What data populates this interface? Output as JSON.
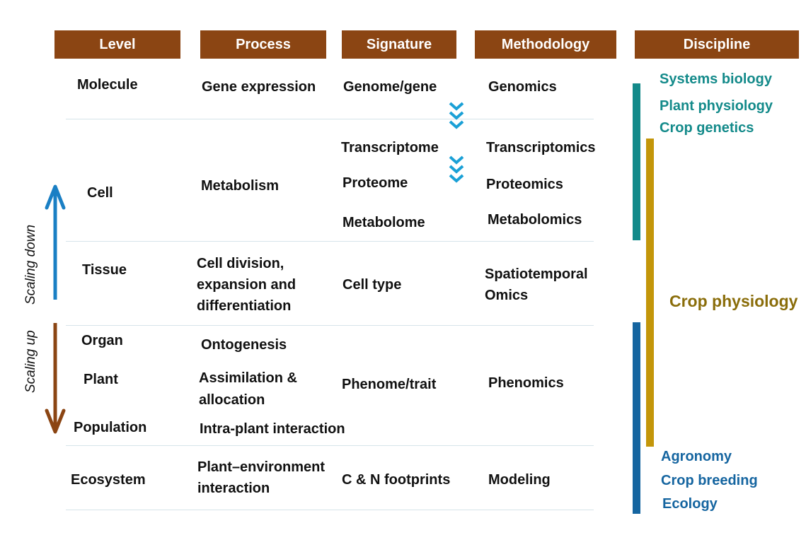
{
  "headers": {
    "level": "Level",
    "process": "Process",
    "signature": "Signature",
    "methodology": "Methodology",
    "discipline": "Discipline"
  },
  "rows": {
    "molecule": {
      "level": "Molecule",
      "process": "Gene expression",
      "signature": "Genome/gene",
      "methodology": "Genomics"
    },
    "cell": {
      "level": "Cell",
      "process": "Metabolism",
      "signature": [
        "Transcriptome",
        "Proteome",
        "Metabolome"
      ],
      "methodology": [
        "Transcriptomics",
        "Proteomics",
        "Metabolomics"
      ]
    },
    "tissue": {
      "level": "Tissue",
      "process": [
        "Cell division,",
        "expansion and",
        "differentiation"
      ],
      "signature": "Cell type",
      "methodology": [
        "Spatiotemporal",
        "Omics"
      ]
    },
    "organism": {
      "levels": [
        "Organ",
        "Plant",
        "Population"
      ],
      "process": [
        "Ontogenesis",
        "Assimilation &",
        "allocation",
        "Intra-plant interaction"
      ],
      "signature": "Phenome/trait",
      "methodology": "Phenomics"
    },
    "ecosystem": {
      "level": "Ecosystem",
      "process": [
        "Plant–environment",
        "interaction"
      ],
      "signature": "C & N footprints",
      "methodology": "Modeling"
    }
  },
  "scale": {
    "down": "Scaling down",
    "up": "Scaling up"
  },
  "disciplines": {
    "top": [
      "Systems biology",
      "Plant physiology",
      "Crop genetics"
    ],
    "middle": "Crop physiology",
    "bottom": [
      "Agronomy",
      "Crop breeding",
      "Ecology"
    ]
  },
  "colors": {
    "header_bg": "#8b4513",
    "teal": "#138a8a",
    "gold": "#c3960a",
    "gold_text": "#8a6d0a",
    "blue": "#1565a0",
    "arrow_blue": "#1a7fc4",
    "arrow_brown": "#8b4513",
    "chevron": "#1aa0d6"
  }
}
